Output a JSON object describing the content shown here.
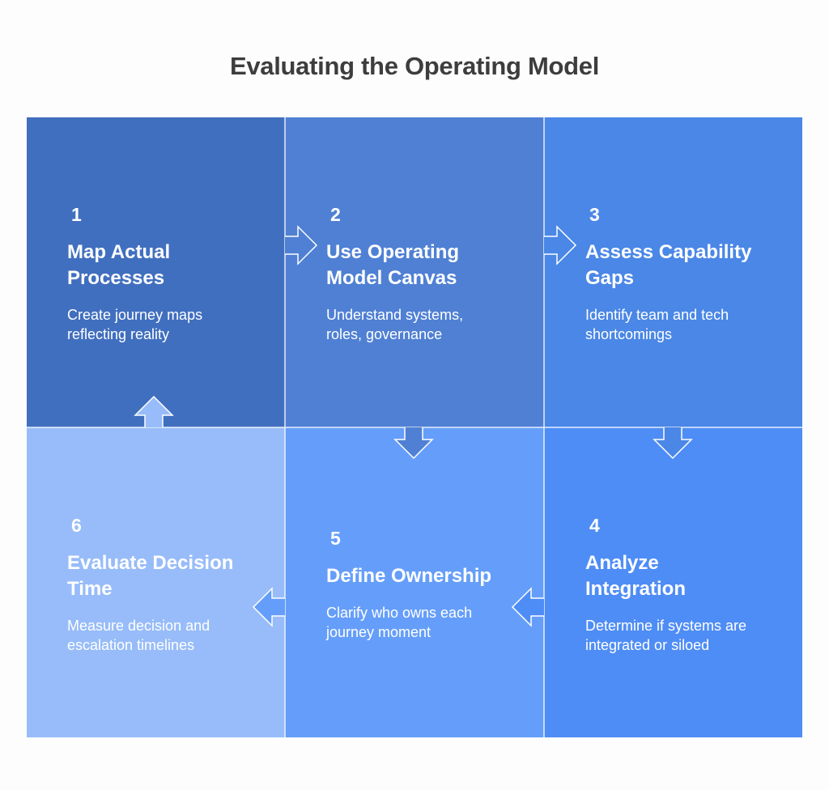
{
  "title": "Evaluating the Operating Model",
  "steps": [
    {
      "number": "1",
      "heading": "Map Actual Processes",
      "description": "Create journey maps reflecting reality",
      "color": "#416fbf"
    },
    {
      "number": "2",
      "heading": "Use Operating Model Canvas",
      "description": "Understand systems, roles, governance",
      "color": "#4f80d4"
    },
    {
      "number": "3",
      "heading": "Assess Capability Gaps",
      "description": "Identify team and tech shortcomings",
      "color": "#4a87e6"
    },
    {
      "number": "4",
      "heading": "Analyze Integration",
      "description": "Determine if systems are integrated or siloed",
      "color": "#4f8df6"
    },
    {
      "number": "5",
      "heading": "Define Ownership",
      "description": "Clarify who owns each journey moment",
      "color": "#659efa"
    },
    {
      "number": "6",
      "heading": "Evaluate Decision Time",
      "description": "Measure decision and escalation timelines",
      "color": "#97bcf9"
    }
  ]
}
